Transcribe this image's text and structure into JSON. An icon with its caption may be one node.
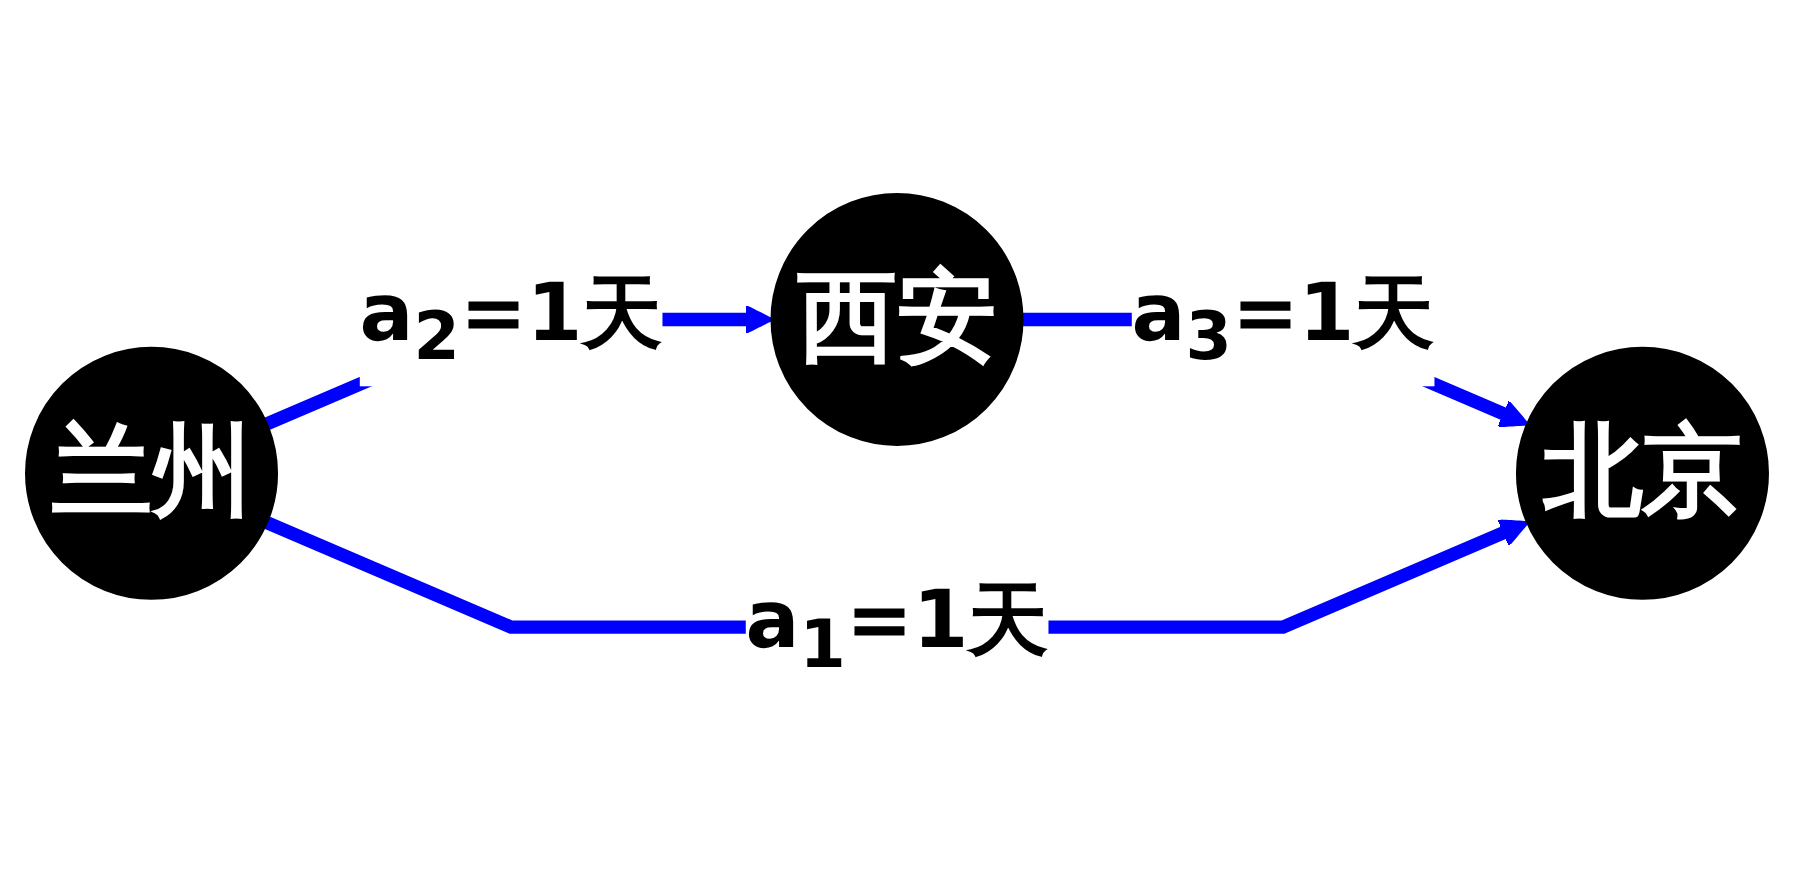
{
  "diagram": {
    "nodes": [
      {
        "text": [
          "兰州"
        ]
      },
      {
        "text": [
          "西安"
        ]
      },
      {
        "text": [
          "北京"
        ]
      }
    ],
    "edges": [
      {
        "from": 0,
        "to": 1,
        "arrow": "to",
        "label": "a$_{2}$=1天"
      },
      {
        "from": 1,
        "to": 2,
        "arrow": "to",
        "label": "a$_{3}$=1天"
      },
      {
        "from": 0,
        "to": 2,
        "arrow": "to",
        "label": "a$_{1}$=1天"
      }
    ]
  }
}
